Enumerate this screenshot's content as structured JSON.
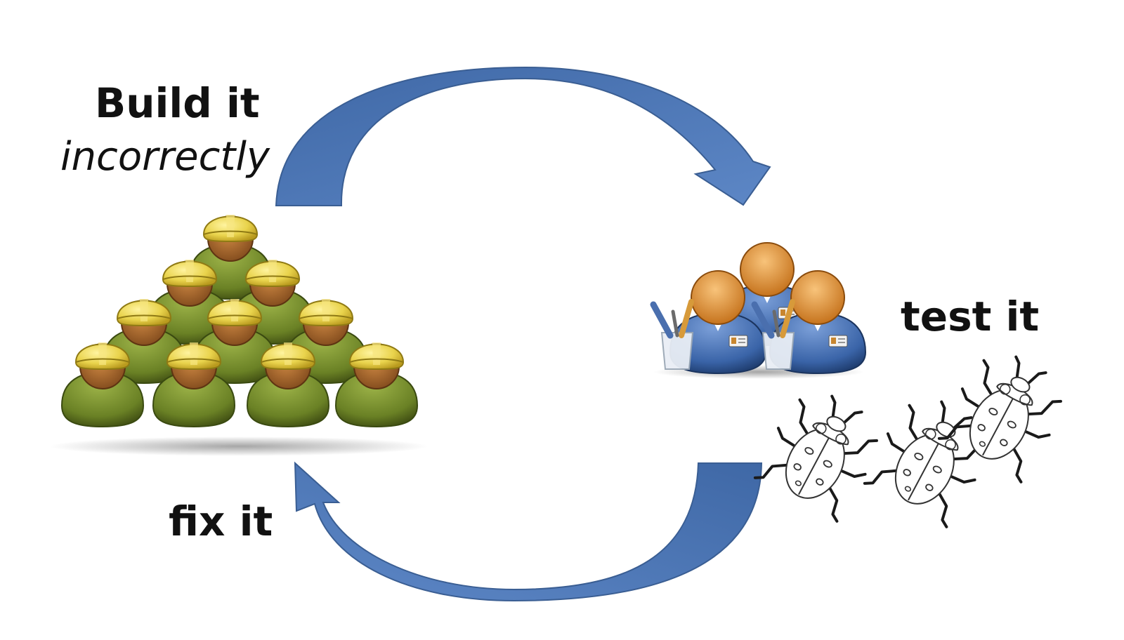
{
  "labels": {
    "build": "Build it",
    "incorrectly": "incorrectly",
    "test": "test it",
    "fix": "fix it"
  },
  "colors": {
    "arrow": "#4f79b7",
    "arrow_edge": "#3d6296",
    "helmet": "#e9d34c",
    "face": "#a8692f",
    "builder_body": "#6a8125",
    "tester_head": "#e99c3c",
    "tester_body": "#3a64a8",
    "bug_stroke": "#1a1a1a"
  },
  "icons": {
    "builders": "construction-workers-icon",
    "testers": "testers-group-icon",
    "bugs": "bugs-icon"
  }
}
